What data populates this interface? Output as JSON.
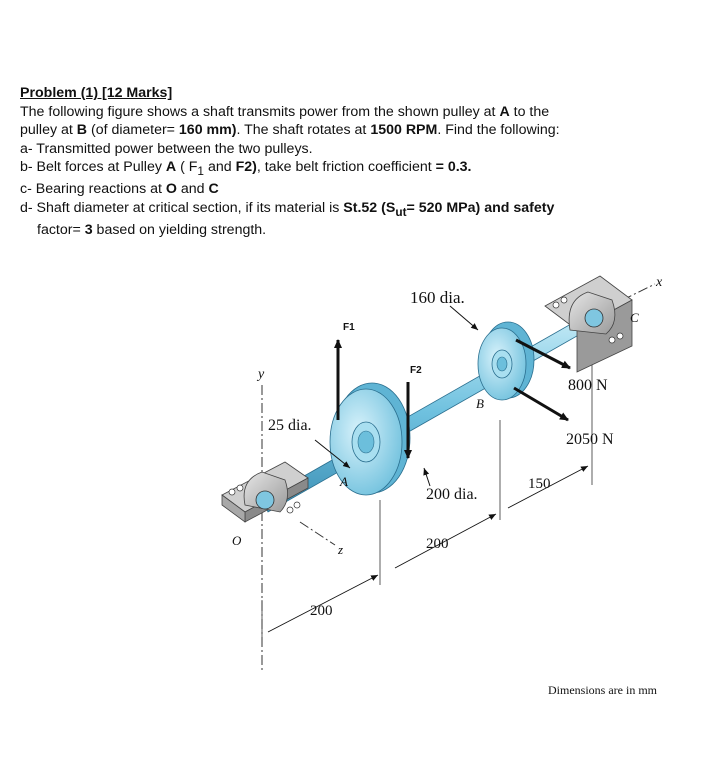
{
  "problem": {
    "title": "Problem (1)  [12 Marks]",
    "intro_1a": "The following figure shows a shaft transmits power from the shown pulley at ",
    "pulley_a": "A",
    "intro_1b": " to the",
    "intro_2a": "pulley at ",
    "pulley_b": "B",
    "intro_2b": " (of diameter= ",
    "diameter_b": "160 mm)",
    "intro_2c": ". The shaft rotates at ",
    "rpm": "1500 RPM",
    "intro_2d": ". Find the following:",
    "item_a": "a- Transmitted power between the two pulleys.",
    "item_b_1": "b- Belt forces at Pulley ",
    "item_b_a": "A",
    "item_b_2": " ( F",
    "item_b_sub1": "1",
    "item_b_3": " and ",
    "item_b_f2": "F2)",
    "item_b_4": ",   take belt friction coefficient ",
    "item_b_mu": "= 0.3.",
    "item_c_1": "c- Bearing reactions at ",
    "item_c_o": "O",
    "item_c_2": " and ",
    "item_c_c": "C",
    "item_d_1": "d- Shaft diameter at critical section, if its material is ",
    "item_d_mat": "St.52",
    "item_d_2": " (S",
    "item_d_sub": "ut",
    "item_d_3": "= ",
    "item_d_sut": "520 MPa)",
    "item_d_4": " and safety",
    "item_d_5a": "factor= ",
    "item_d_sf": "3",
    "item_d_5b": " based on yielding strength."
  },
  "figure": {
    "label_160dia": "160 dia.",
    "label_x": "x",
    "label_c": "C",
    "label_f1": "F1",
    "label_f2": "F2",
    "label_y": "y",
    "label_800n": "800 N",
    "label_b": "B",
    "label_25dia": "25 dia.",
    "label_2050n": "2050 N",
    "label_a": "A",
    "label_150": "150",
    "label_200dia": "200 dia.",
    "label_o": "O",
    "label_z": "z",
    "label_200_mid": "200",
    "label_200_bottom": "200",
    "note": "Dimensions are in mm"
  }
}
